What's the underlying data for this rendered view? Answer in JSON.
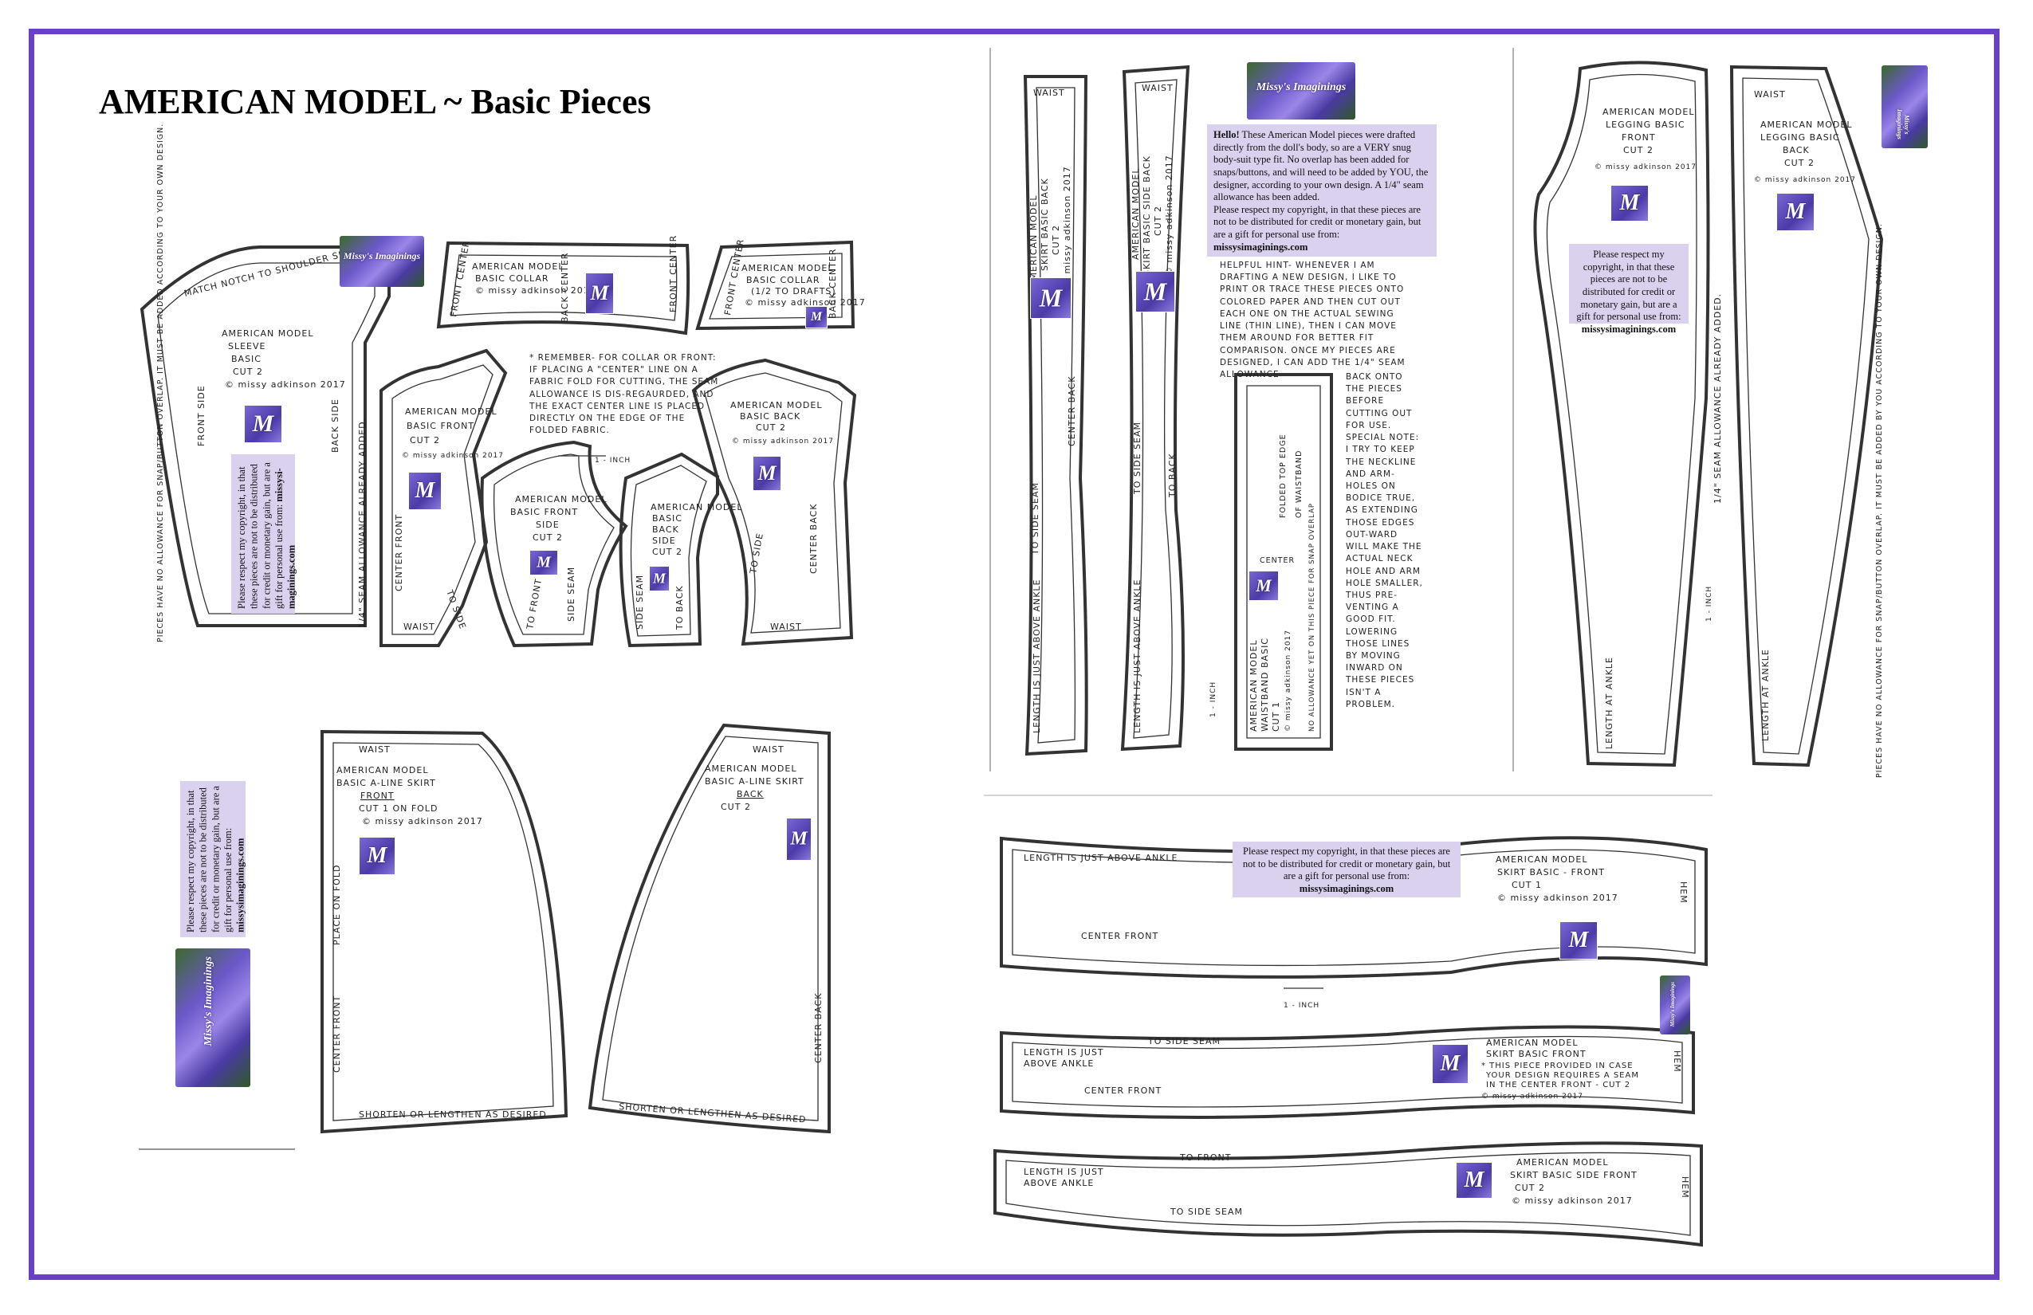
{
  "page": {
    "title": "AMERICAN MODEL ~ Basic Pieces",
    "frame_color": "#6a3fc9",
    "note_color": "#d9d1ee"
  },
  "logo_text": "Missy's Imaginings",
  "mark_letter": "M",
  "copyright_short": "Please respect my copyright, in that these pieces are not to be distributed for credit or monetary gain, but are a gift for personal use from: ",
  "copyright_site_a": "missysi- maginings.com",
  "copyright_site_b": "missysimaginings.com",
  "hello_note": {
    "lead": "Hello!",
    "body": " These American Model pieces were drafted directly from the doll's body, so are a VERY snug body-suit type fit. No overlap has been added for snaps/buttons, and will need to be added by YOU, the designer, according to your own design. A 1/4\" seam allowance has been added.",
    "copyright": "Please respect my copyright, in that these pieces are not to be distributed for credit or monetary gain, but are a gift for personal use from: ",
    "site": "missysimaginings.com"
  },
  "helpful_hint": "Helpful hint- whenever I am drafting a new design, I like to print or trace these pieces onto colored paper and then cut out each one on the actual sewing line (thin line), then I can move them around for better fit comparison. Once my pieces are designed, I can add the 1/4\" seam allowance",
  "special_note": "back onto the pieces before cutting out for use. Special note: I try to keep the neckline and arm-holes on bodice true, as extending those edges out-ward will make the actual neck hole and arm hole smaller, thus pre-venting a good fit. Lowering those lines by moving inward on these pieces isn't a problem.",
  "remember_note": "* Remember- for collar or front: if placing a \"center\" line on a fabric fold for cutting, the seam allowance is dis-regaurded, and the exact center line is placed directly on the edge of the folded fabric.",
  "pieces": {
    "sleeve": [
      "American Model",
      "Sleeve",
      "Basic",
      "Cut 2",
      "© missy adkinson 2017"
    ],
    "sleeve_top": "Match notch to shoulder seam",
    "sleeve_front": "Front side",
    "sleeve_back": "Back side",
    "side_note_left": "Pieces have no allowance for snap/button overlap. It must be added according to your own design.",
    "seam_note": "1/4\" seam allowance already added.",
    "collar": [
      "American Model",
      "Basic Collar",
      "© missy adkinson 2017"
    ],
    "collar_half": [
      "American Model",
      "Basic Collar",
      "(1/2 to drafts)",
      "© missy adkinson 2017"
    ],
    "front_center": "Front center",
    "back_center": "Back center",
    "bodice_front": [
      "American Model",
      "Basic Front",
      "Cut 2",
      "© missy adkinson 2017"
    ],
    "bodice_front_side": [
      "American Model",
      "Basic Front",
      "Side",
      "Cut 2"
    ],
    "bodice_back_side": [
      "American Model",
      "Basic",
      "Back",
      "Side",
      "Cut 2"
    ],
    "bodice_back": [
      "American Model",
      "Basic Back",
      "Cut 2",
      "© missy adkinson 2017"
    ],
    "waist": "Waist",
    "center_front": "Center Front",
    "center_back": "Center Back",
    "to_side": "To Side",
    "to_front": "To Front",
    "to_back": "To Back",
    "side_seam": "Side Seam",
    "one_inch": "1 - Inch",
    "skirt_front": [
      "American Model",
      "Basic A-Line Skirt",
      "Front",
      "Cut 1 on fold",
      "© missy adkinson 2017"
    ],
    "skirt_back": [
      "American Model",
      "Basic A-Line Skirt",
      "Back",
      "Cut 2"
    ],
    "place_on_fold": "Place on fold",
    "shorten": "Shorten or lengthen as desired",
    "pant_back": [
      "American Model",
      "Skirt Basic Back",
      "Cut 2",
      "© missy adkinson 2017"
    ],
    "pant_side_back": [
      "American Model",
      "Skirt Basic Side Back",
      "Cut 2",
      "© missy adkinson 2017"
    ],
    "length_ankle": "Length is just above ankle",
    "to_side_seam": "To side seam",
    "to_back_up": "To back",
    "waistband": [
      "American Model",
      "Waistband Basic",
      "Cut 1",
      "© missy adkinson 2017"
    ],
    "waistband_fold": "Folded top edge",
    "waistband_line": "of waistband",
    "waistband_center": "Center",
    "waistband_note": "No allowance yet on this piece for snap overlap",
    "legging_front": [
      "American Model",
      "Legging Basic",
      "Front",
      "Cut 2",
      "© missy adkinson 2017"
    ],
    "legging_back": [
      "American Model",
      "Legging Basic",
      "Back",
      "Cut 2",
      "© missy adkinson 2017"
    ],
    "length_at_ankle": "Length at ankle",
    "side_note_right": "Pieces have no allowance for snap/button overlap. It must be added by you according to your own design.",
    "long_front": [
      "American Model",
      "Skirt Basic - Front",
      "Cut 1",
      "© missy adkinson 2017"
    ],
    "length_above_ankle": "Length is just above ankle",
    "long_front_seam": [
      "American Model",
      "Skirt Basic Front",
      "* This piece provided in case",
      "your design requires a seam",
      "in the center front - Cut 2",
      "© missy adkinson 2017"
    ],
    "above_ankle_2": [
      "Length is just",
      "above ankle"
    ],
    "long_side": [
      "American Model",
      "Skirt Basic Side Front",
      "Cut 2",
      "© missy adkinson 2017"
    ],
    "to_front_label": "To front",
    "hem": "Hem"
  }
}
